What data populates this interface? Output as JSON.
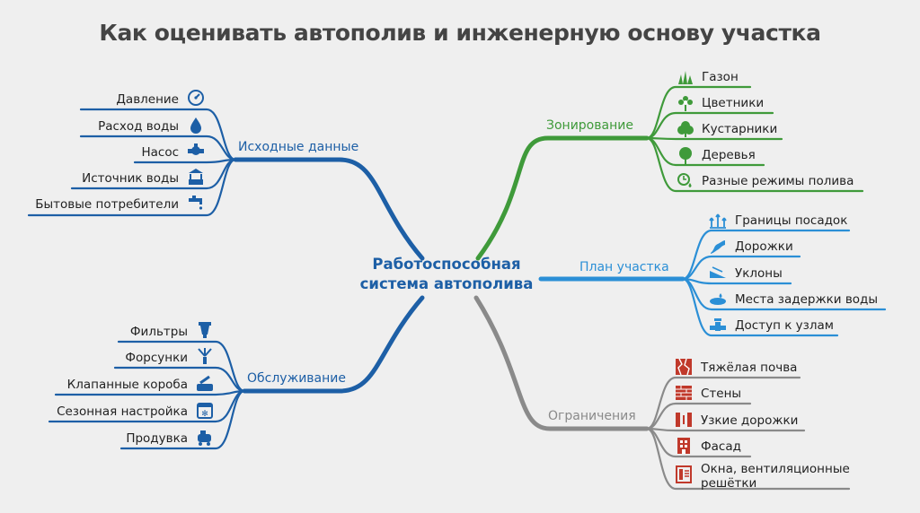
{
  "title": "Как оценивать автополив и инженерную основу участка",
  "center": {
    "line1": "Работоспособная",
    "line2": "система автополива"
  },
  "colors": {
    "dark_blue": "#1d5fa6",
    "green": "#3f9a3a",
    "light_blue": "#2b8fd6",
    "gray": "#8a8a8a",
    "red": "#c0392b"
  },
  "branches": {
    "source": {
      "label": "Исходные данные",
      "items": [
        {
          "label": "Давление",
          "icon": "gauge-icon"
        },
        {
          "label": "Расход воды",
          "icon": "water-drop-icon"
        },
        {
          "label": "Насос",
          "icon": "pump-icon"
        },
        {
          "label": "Источник воды",
          "icon": "well-icon"
        },
        {
          "label": "Бытовые потребители",
          "icon": "faucet-icon"
        }
      ]
    },
    "service": {
      "label": "Обслуживание",
      "items": [
        {
          "label": "Фильтры",
          "icon": "filter-icon"
        },
        {
          "label": "Форсунки",
          "icon": "nozzle-icon"
        },
        {
          "label": "Клапанные короба",
          "icon": "valve-box-icon"
        },
        {
          "label": "Сезонная настройка",
          "icon": "season-calendar-icon"
        },
        {
          "label": "Продувка",
          "icon": "compressor-icon"
        }
      ]
    },
    "zoning": {
      "label": "Зонирование",
      "items": [
        {
          "label": "Газон",
          "icon": "grass-icon"
        },
        {
          "label": "Цветники",
          "icon": "flower-icon"
        },
        {
          "label": "Кустарники",
          "icon": "shrub-icon"
        },
        {
          "label": "Деревья",
          "icon": "tree-icon"
        },
        {
          "label": "Разные режимы полива",
          "icon": "timer-drops-icon"
        }
      ]
    },
    "plan": {
      "label": "План участка",
      "items": [
        {
          "label": "Границы посадок",
          "icon": "planting-bounds-icon"
        },
        {
          "label": "Дорожки",
          "icon": "path-icon"
        },
        {
          "label": "Уклоны",
          "icon": "slope-icon"
        },
        {
          "label": "Места задержки воды",
          "icon": "puddle-icon"
        },
        {
          "label": "Доступ к узлам",
          "icon": "pipe-valve-icon"
        }
      ]
    },
    "limits": {
      "label": "Ограничения",
      "items": [
        {
          "label": "Тяжёлая почва",
          "icon": "cracked-soil-icon"
        },
        {
          "label": "Стены",
          "icon": "brick-wall-icon"
        },
        {
          "label": "Узкие дорожки",
          "icon": "narrow-path-icon"
        },
        {
          "label": "Фасад",
          "icon": "building-icon"
        },
        {
          "label": "Окна, вентиляционные решётки",
          "line1": "Окна, вентиляционные",
          "line2": "решётки",
          "icon": "window-vent-icon"
        }
      ]
    }
  }
}
